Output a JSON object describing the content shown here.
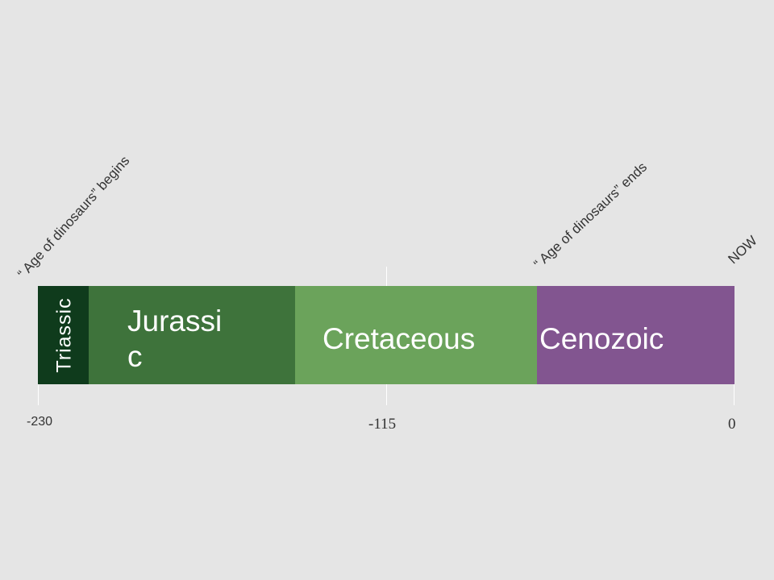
{
  "periods": [
    {
      "name": "Triassic",
      "color": "#0f3b1c"
    },
    {
      "name": "Jurassic",
      "color": "#3e733b"
    },
    {
      "name": "Cretaceous",
      "color": "#6ba35b"
    },
    {
      "name": "Cenozoic",
      "color": "#825590"
    }
  ],
  "jurassic_lines": [
    "Jurassi",
    "c"
  ],
  "axis": {
    "ticks": [
      "-230",
      "-115",
      "0"
    ]
  },
  "annotations": {
    "begin": "“ Age of dinosaurs” begins",
    "end": "“ Age of dinosaurs” ends",
    "now": "NOW"
  }
}
